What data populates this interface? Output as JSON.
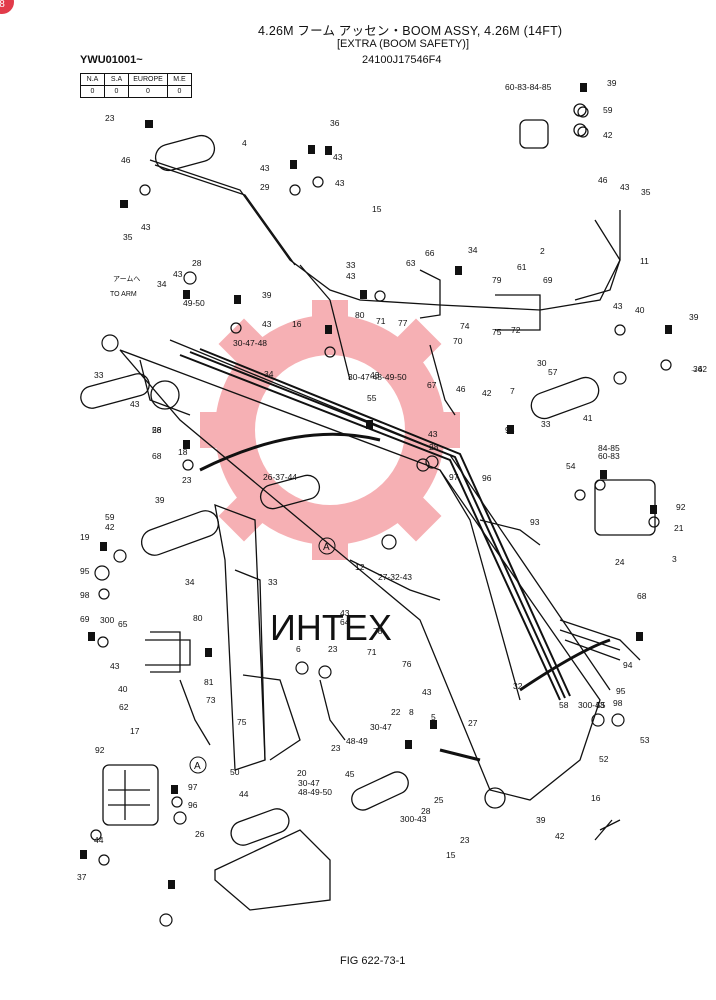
{
  "header": {
    "title_line1": "4.26M フーム アッセン・BOOM ASSY, 4.26M (14FT)",
    "title_line2": "[EXTRA (BOOM SAFETY)]",
    "part_number": "24100J17546F4",
    "serial_range": "YWU01001~",
    "badge": "8"
  },
  "market_table": {
    "headers": [
      "N.A",
      "S.A",
      "EUROPE",
      "M.E"
    ],
    "values": [
      "0",
      "0",
      "0",
      "0"
    ]
  },
  "annotations": {
    "to_arm_jp": "アームへ",
    "to_arm": "TO ARM",
    "detail_a": "A",
    "arrow_42": "→42"
  },
  "figure_id": "FIG 622-73-1",
  "colors": {
    "line": "#111111",
    "watermark": "#e8202a",
    "badge": "#e23b4a"
  },
  "callouts": [
    "23",
    "46",
    "4",
    "36",
    "43",
    "43",
    "29",
    "43",
    "15",
    "35",
    "43",
    "46",
    "43",
    "35",
    "60-83-84-85",
    "39",
    "59",
    "42",
    "2",
    "66",
    "34",
    "63",
    "79",
    "61",
    "69",
    "11",
    "43",
    "40",
    "39",
    "28",
    "34",
    "43",
    "39",
    "43",
    "16",
    "30-47-48",
    "49-50",
    "33",
    "43",
    "80",
    "71",
    "77",
    "74",
    "75",
    "72",
    "70",
    "30",
    "57",
    "33",
    "43",
    "28",
    "68",
    "34",
    "43",
    "67",
    "46",
    "42",
    "7",
    "36",
    "30-47-48-49-50",
    "55",
    "41",
    "33",
    "43",
    "28",
    "56",
    "18",
    "23",
    "26-37-44",
    "97",
    "98",
    "96",
    "54",
    "60-83",
    "84-85",
    "39",
    "59",
    "42",
    "19",
    "95",
    "98",
    "93",
    "92",
    "21",
    "24",
    "3",
    "12",
    "27-32-43",
    "34",
    "33",
    "43",
    "80",
    "69",
    "300",
    "65",
    "64",
    "78",
    "43",
    "40",
    "81",
    "6",
    "23",
    "71",
    "76",
    "68",
    "62",
    "17",
    "73",
    "75",
    "23",
    "30-47",
    "48-49",
    "50",
    "20",
    "30-47",
    "48-49-50",
    "94",
    "95",
    "98",
    "92",
    "97",
    "96",
    "26",
    "44",
    "37",
    "22",
    "8",
    "5",
    "27",
    "43",
    "32",
    "58",
    "300-43",
    "55",
    "53",
    "52",
    "44",
    "45",
    "300-43",
    "28",
    "25",
    "23",
    "15",
    "16",
    "39",
    "42"
  ]
}
